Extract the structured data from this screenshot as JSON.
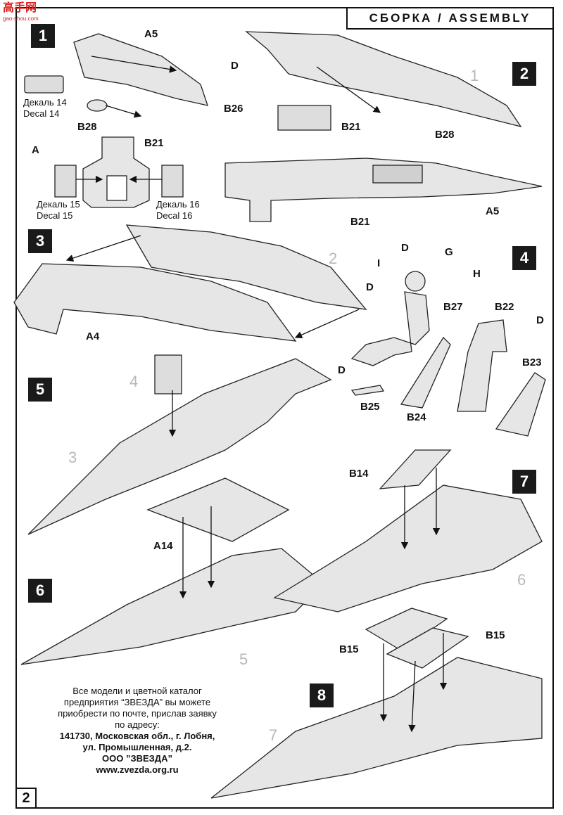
{
  "watermark": {
    "title": "高手网",
    "subtitle": "gao-shou.com"
  },
  "header": {
    "title": "СБОРКА / ASSEMBLY"
  },
  "page_number": "2",
  "steps": [
    "1",
    "2",
    "3",
    "4",
    "5",
    "6",
    "7",
    "8"
  ],
  "parts": {
    "a5_top": "A5",
    "b21_top": "B21",
    "b28": "B28",
    "a_label": "A",
    "decal14_ru": "Декаль 14",
    "decal14_en": "Decal 14",
    "decal15_ru": "Декаль 15",
    "decal15_en": "Decal 15",
    "decal16_ru": "Декаль 16",
    "decal16_en": "Decal 16",
    "d_s2": "D",
    "b26": "B26",
    "b21_s2a": "B21",
    "b28_s2": "B28",
    "b21_s2b": "B21",
    "a5_s2": "A5",
    "a4": "A4",
    "d1": "D",
    "g": "G",
    "i": "I",
    "h": "H",
    "d2": "D",
    "b27": "B27",
    "b22": "B22",
    "d3": "D",
    "b23": "B23",
    "d4": "D",
    "b25": "B25",
    "b24": "B24",
    "b14": "B14",
    "a14": "A14",
    "b15a": "B15",
    "b15b": "B15"
  },
  "ghost_numbers": {
    "g1": "1",
    "g2": "2",
    "g4": "4",
    "g3": "3",
    "g6": "6",
    "g5": "5",
    "g7": "7"
  },
  "info": {
    "line1": "Все модели и цветной каталог",
    "line2": "предприятия “ЗВЕЗДА” вы можете",
    "line3": "приобрести по почте, прислав заявку",
    "line4": "по адресу:",
    "line5": "141730, Московская обл., г. Лобня,",
    "line6": "ул. Промышленная, д.2.",
    "line7": "ООО ”ЗВЕЗДА”",
    "line8": "www.zvezda.org.ru"
  }
}
